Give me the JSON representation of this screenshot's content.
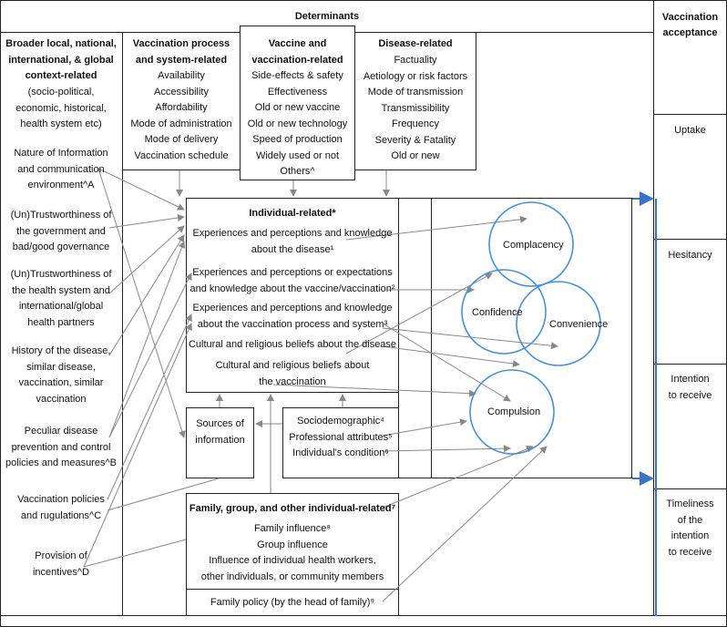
{
  "header": {
    "determinants": "Determinants",
    "acceptance": "Vaccination acceptance"
  },
  "broader": {
    "title": [
      "Broader local, national,",
      "international, & global",
      "context-related"
    ],
    "subtitle": [
      "(socio-political,",
      "economic, historical,",
      "health system etc)"
    ],
    "items": [
      [
        "Nature of Information",
        "and communication",
        "environment^A"
      ],
      [
        "(Un)Trustworthiness of",
        "the government and",
        "bad/good governance"
      ],
      [
        "(Un)Trustworthiness of",
        "the health system and",
        "international/global",
        "health partners"
      ],
      [
        "History of the disease,",
        "similar disease,",
        "vaccination, similar",
        "vaccination"
      ],
      [
        "Peculiar disease",
        "prevention and control",
        "policies and measures^B"
      ],
      [
        "Vaccination policies",
        "and rugulations^C"
      ],
      [
        "Provision of",
        "incentives^D"
      ]
    ]
  },
  "process": {
    "title": [
      "Vaccination process",
      "and system-related"
    ],
    "items": [
      "Availability",
      "Accessibility",
      "Affordability",
      "Mode of administration",
      "Mode of delivery",
      "Vaccination schedule"
    ]
  },
  "vaccine": {
    "title": [
      "Vaccine and",
      "vaccination-related"
    ],
    "items": [
      "Side-effects & safety",
      "Effectiveness",
      "Old or new vaccine",
      "Old or new technology",
      "Speed of production",
      "Widely used or not",
      "Others^"
    ]
  },
  "disease": {
    "title": [
      "Disease-related"
    ],
    "items": [
      "Factuality",
      "Aetiology or risk factors",
      "Mode of transmission",
      "Transmissibility",
      "Frequency",
      "Severity & Fatality",
      "Old or new"
    ]
  },
  "individual": {
    "title": "Individual-related*",
    "items": [
      [
        "Experiences and perceptions and knowledge",
        "about the disease¹"
      ],
      [
        "Experiences and perceptions or expectations",
        "and knowledge about the vaccine/vaccination²"
      ],
      [
        "Experiences and perceptions and knowledge",
        "about the vaccination process and system³"
      ],
      [
        "Cultural and religious beliefs about the disease"
      ],
      [
        "Cultural and religious beliefs about",
        "the vaccination"
      ]
    ]
  },
  "sources": [
    "Sources of",
    "information"
  ],
  "socio": [
    "Sociodemographic⁴",
    "Professional attributes⁵",
    "Individual's condition⁶"
  ],
  "family": {
    "title": "Family, group, and other individual-related⁷",
    "items": [
      "Family influence⁸",
      "Group influence",
      "Influence of individual health workers,",
      "other individuals, or community members"
    ],
    "policy": "Family policy (by the head of family)⁹"
  },
  "circles": {
    "complacency": "Complacency",
    "confidence": "Confidence",
    "convenience": "Convenience",
    "compulsion": "Compulsion"
  },
  "acceptance": {
    "uptake": "Uptake",
    "hesitancy": "Hesitancy",
    "intention": [
      "Intention",
      "to receive"
    ],
    "timeliness": [
      "Timeliness",
      "of the",
      "intention",
      "to receive"
    ]
  },
  "colors": {
    "circle": "#4a8fd6",
    "arrow": "#888888",
    "blue_arrow": "#3b73c4"
  }
}
